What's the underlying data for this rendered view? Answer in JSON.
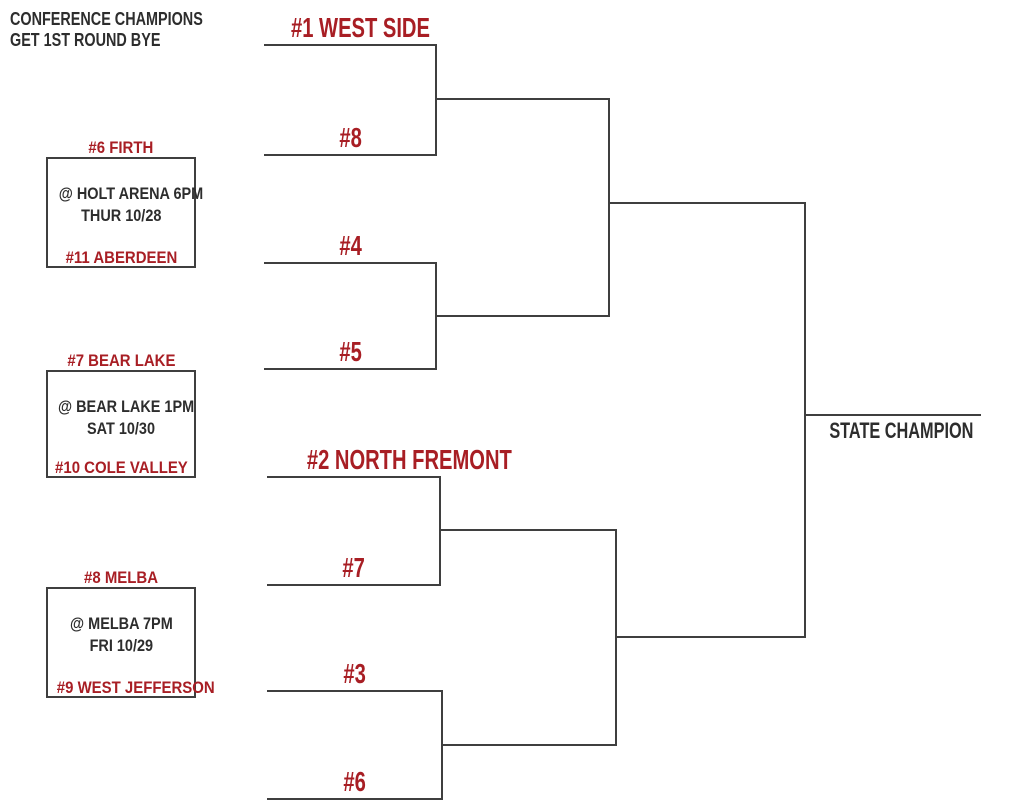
{
  "title_note": {
    "line1": "CONFERENCE CHAMPIONS",
    "line2": "GET 1ST ROUND BYE"
  },
  "play_in_games": [
    {
      "top_seed": "#6 FIRTH",
      "venue": "@ HOLT ARENA 6PM",
      "datetime": "THUR 10/28",
      "bottom_seed": "#11 ABERDEEN"
    },
    {
      "top_seed": "#7 BEAR LAKE",
      "venue": "@ BEAR LAKE 1PM",
      "datetime": "SAT 10/30",
      "bottom_seed": "#10 COLE VALLEY"
    },
    {
      "top_seed": "#8 MELBA",
      "venue": "@ MELBA 7PM",
      "datetime": "FRI 10/29",
      "bottom_seed": "#9 WEST JEFFERSON"
    }
  ],
  "quarterfinals": [
    {
      "top": "#1 WEST SIDE",
      "bottom": "#8"
    },
    {
      "top": "#4",
      "bottom": "#5"
    },
    {
      "top": "#2 NORTH FREMONT",
      "bottom": "#7"
    },
    {
      "top": "#3",
      "bottom": "#6"
    }
  ],
  "final": {
    "champion_label": "STATE CHAMPION"
  },
  "colors": {
    "team_red": "#a81e24",
    "text_black": "#2d2d2d",
    "line_gray": "#3f3f3f",
    "background": "#ffffff"
  }
}
